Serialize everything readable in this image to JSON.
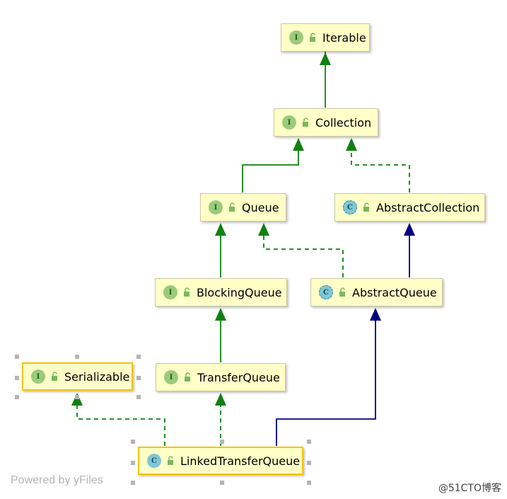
{
  "nodes": [
    {
      "key": "iterable",
      "label": "Iterable",
      "kind": "I",
      "kind_style": "interface"
    },
    {
      "key": "collection",
      "label": "Collection",
      "kind": "I",
      "kind_style": "interface"
    },
    {
      "key": "queue",
      "label": "Queue",
      "kind": "I",
      "kind_style": "interface"
    },
    {
      "key": "abstract_collection",
      "label": "AbstractCollection",
      "kind": "C",
      "kind_style": "abstract"
    },
    {
      "key": "blocking_queue",
      "label": "BlockingQueue",
      "kind": "I",
      "kind_style": "interface"
    },
    {
      "key": "abstract_queue",
      "label": "AbstractQueue",
      "kind": "C",
      "kind_style": "abstract"
    },
    {
      "key": "serializable",
      "label": "Serializable",
      "kind": "I",
      "kind_style": "interface"
    },
    {
      "key": "transfer_queue",
      "label": "TransferQueue",
      "kind": "I",
      "kind_style": "interface"
    },
    {
      "key": "linked_transfer_queue",
      "label": "LinkedTransferQueue",
      "kind": "C",
      "kind_style": "class"
    }
  ],
  "edges": [
    {
      "from": "collection",
      "to": "iterable",
      "type": "extends"
    },
    {
      "from": "queue",
      "to": "collection",
      "type": "extends"
    },
    {
      "from": "abstract_collection",
      "to": "collection",
      "type": "implements"
    },
    {
      "from": "blocking_queue",
      "to": "queue",
      "type": "extends"
    },
    {
      "from": "abstract_queue",
      "to": "queue",
      "type": "implements"
    },
    {
      "from": "abstract_queue",
      "to": "abstract_collection",
      "type": "class-extends"
    },
    {
      "from": "transfer_queue",
      "to": "blocking_queue",
      "type": "extends"
    },
    {
      "from": "linked_transfer_queue",
      "to": "serializable",
      "type": "implements"
    },
    {
      "from": "linked_transfer_queue",
      "to": "transfer_queue",
      "type": "implements"
    },
    {
      "from": "linked_transfer_queue",
      "to": "abstract_queue",
      "type": "class-extends"
    }
  ],
  "colors": {
    "extends": "#108010",
    "implements": "#108010",
    "class-extends": "#000080"
  },
  "footer": {
    "powered_by": "Powered by yFiles",
    "watermark": "@51CTO博客"
  }
}
